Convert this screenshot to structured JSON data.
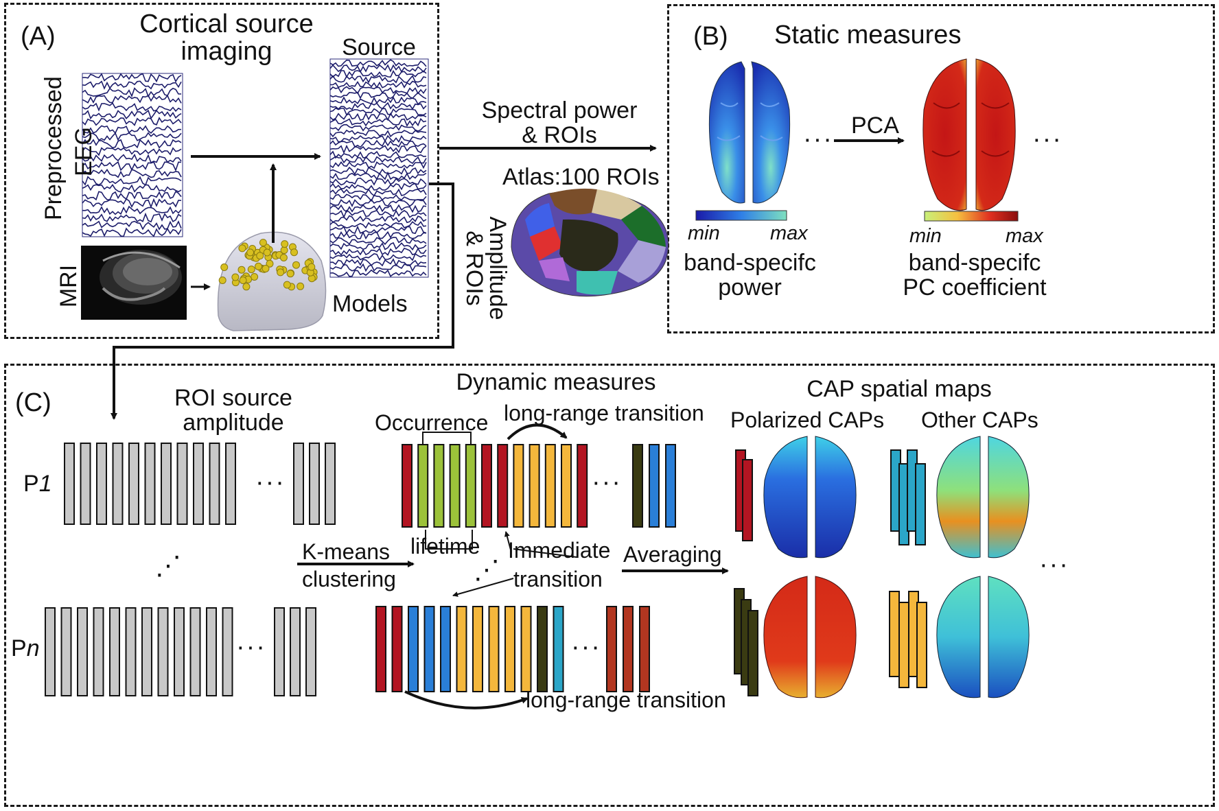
{
  "panel_a": {
    "label": "(A)",
    "title_line1": "Cortical source",
    "title_line2": "imaging",
    "eeg_label_line1": "Preprocessed",
    "eeg_label_line2": "EEG",
    "mri_label": "MRI",
    "source_label": "Source",
    "models_label": "Models"
  },
  "arrows": {
    "spectral_line1": "Spectral power",
    "spectral_line2": "& ROIs",
    "amplitude_line1": "Amplitude",
    "amplitude_line2": "& ROIs",
    "atlas": "Atlas:100 ROIs"
  },
  "panel_b": {
    "label": "(B)",
    "title": "Static measures",
    "pca": "PCA",
    "cbar1_min": "min",
    "cbar1_max": "max",
    "cbar2_min": "min",
    "cbar2_max": "max",
    "power_line1": "band-specifc",
    "power_line2": "power",
    "pc_line1": "band-specifc",
    "pc_line2": "PC coefficient",
    "ellipsis": "···"
  },
  "panel_c": {
    "label": "(C)",
    "roi_line1": "ROI source",
    "roi_line2": "amplitude",
    "p1_prefix": "P",
    "p1_suffix": "1",
    "pn_prefix": "P",
    "pn_suffix": "n",
    "dynamic_title": "Dynamic measures",
    "occurrence": "Occurrence",
    "long_range_top": "long-range transition",
    "lifetime": "lifetime",
    "immediate_line1": "Immediate",
    "immediate_line2": "transition",
    "kmeans_line1": "K-means",
    "kmeans_line2": "clustering",
    "averaging": "Averaging",
    "long_range_bottom": "long-range transition",
    "cap_title": "CAP spatial maps",
    "polarized": "Polarized CAPs",
    "other": "Other CAPs",
    "ellipsis": "···",
    "vdots": "⋰"
  },
  "colors": {
    "gray_bar": "#c8c8c8",
    "red": "#b31522",
    "green": "#9cc23a",
    "yellow": "#f4b73c",
    "dark_olive": "#3a3b12",
    "blue": "#2a7fd8",
    "teal": "#2ba6c8",
    "brown_red": "#b23620",
    "eeg_trace": "#1c1c6a"
  }
}
